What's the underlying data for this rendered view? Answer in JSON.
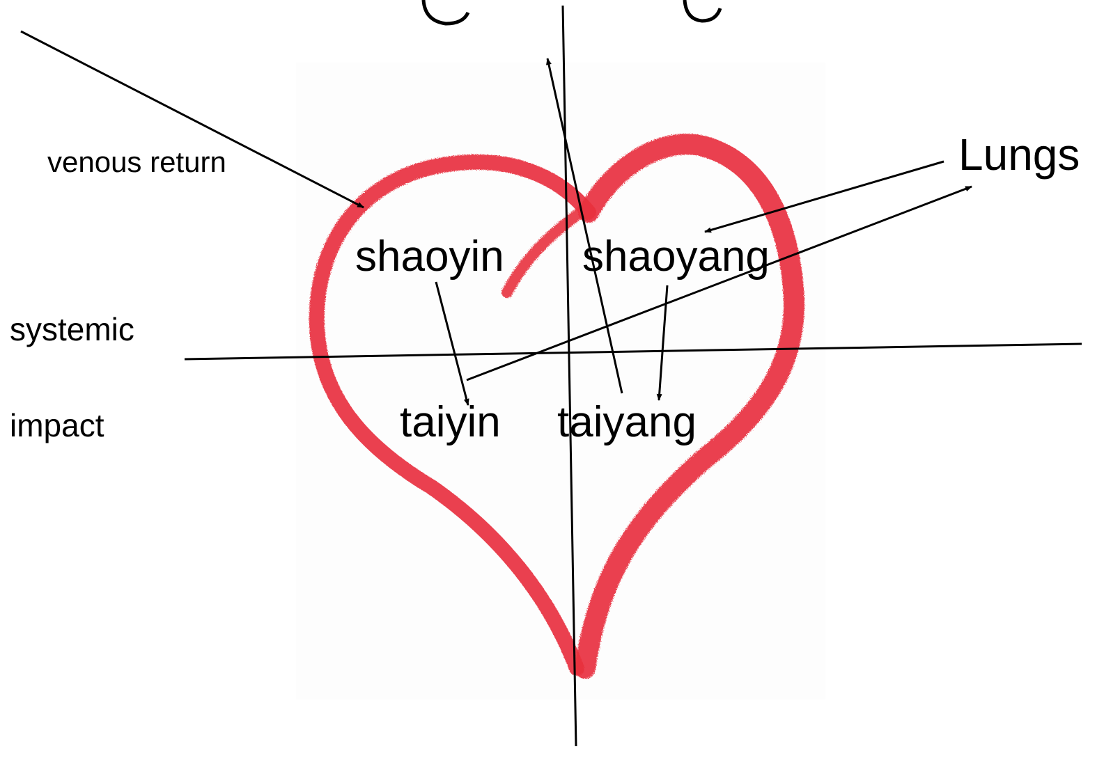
{
  "diagram": {
    "left_labels": {
      "venous_return": "venous return",
      "systemic": "systemic",
      "impact": "impact"
    },
    "nodes": {
      "shaoyin": "shaoyin",
      "shaoyang": "shaoyang",
      "taiyin": "taiyin",
      "taiyang": "taiyang"
    },
    "lungs": "Lungs"
  },
  "colors": {
    "heart": "#e8323f",
    "ink": "#000000",
    "background": "#ffffff"
  }
}
